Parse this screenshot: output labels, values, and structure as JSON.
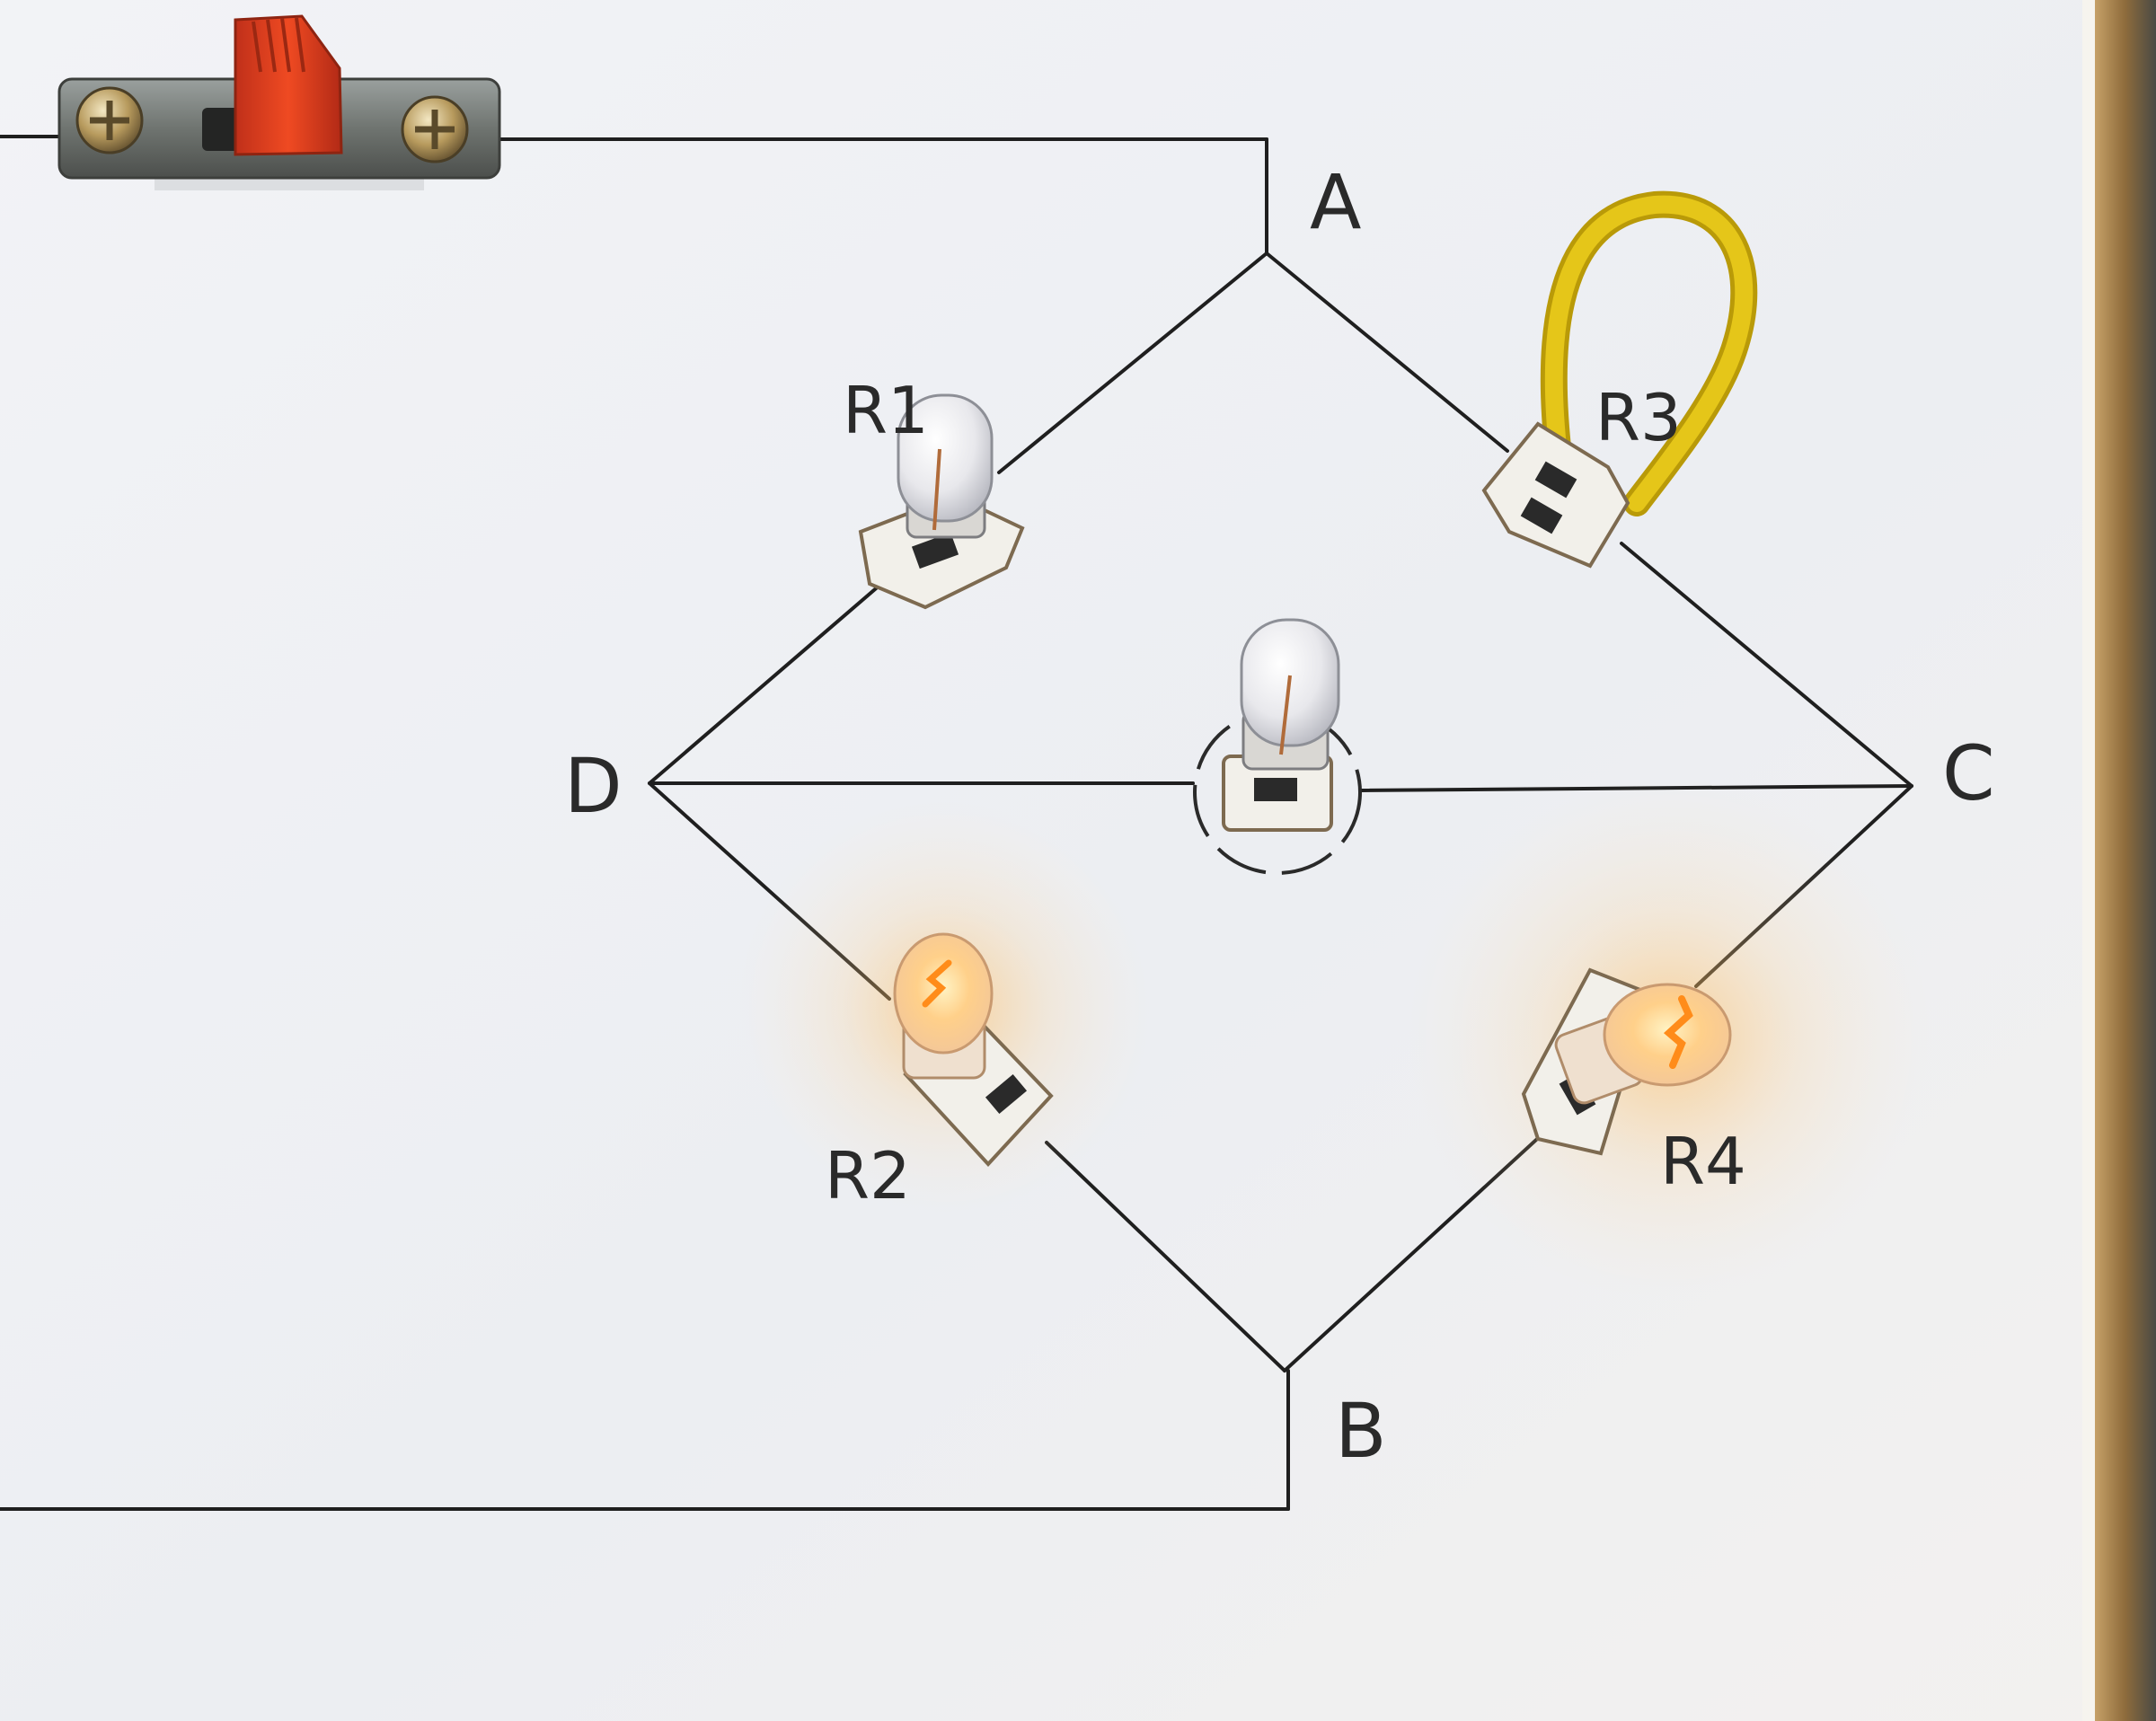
{
  "photo": {
    "board_color": "#eeeff2",
    "wire_color": "#1f1f1f",
    "jumper_color": "#e5c619",
    "glow_color": "#ffb347",
    "switch_color": "#e5401f"
  },
  "nodes": {
    "a": "A",
    "b": "B",
    "c": "C",
    "d": "D"
  },
  "resistors": {
    "r1": {
      "label": "R1",
      "state": "off"
    },
    "r2": {
      "label": "R2",
      "state": "lit"
    },
    "r3": {
      "label": "R3",
      "state": "shorted-by-jumper"
    },
    "r4": {
      "label": "R4",
      "state": "lit"
    },
    "center": {
      "label": "",
      "state": "off"
    }
  },
  "switch": {
    "icon": "slide-switch-icon"
  }
}
